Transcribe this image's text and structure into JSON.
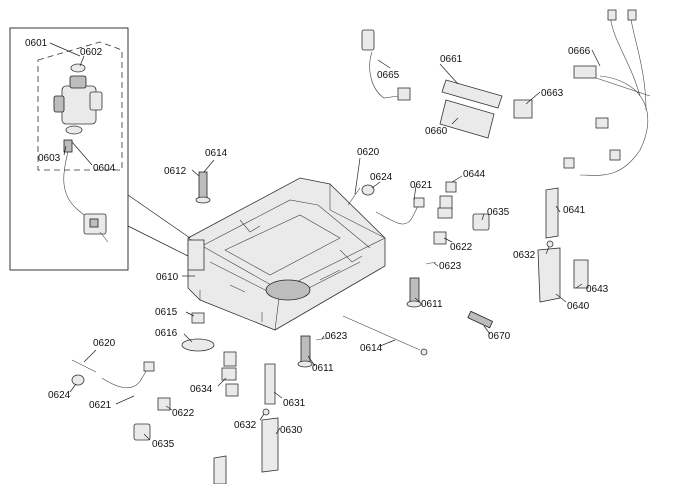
{
  "callouts": [
    {
      "id": "c0601",
      "text": "0601"
    },
    {
      "id": "c0602",
      "text": "0602"
    },
    {
      "id": "c0603",
      "text": "0603"
    },
    {
      "id": "c0604",
      "text": "0604"
    },
    {
      "id": "c0610",
      "text": "0610"
    },
    {
      "id": "c0611a",
      "text": "0611"
    },
    {
      "id": "c0611b",
      "text": "0611"
    },
    {
      "id": "c0612",
      "text": "0612"
    },
    {
      "id": "c0614a",
      "text": "0614"
    },
    {
      "id": "c0614b",
      "text": "0614"
    },
    {
      "id": "c0615",
      "text": "0615"
    },
    {
      "id": "c0616",
      "text": "0616"
    },
    {
      "id": "c0620a",
      "text": "0620"
    },
    {
      "id": "c0620b",
      "text": "0620"
    },
    {
      "id": "c0621a",
      "text": "0621"
    },
    {
      "id": "c0621b",
      "text": "0621"
    },
    {
      "id": "c0622a",
      "text": "0622"
    },
    {
      "id": "c0622b",
      "text": "0622"
    },
    {
      "id": "c0623a",
      "text": "0623"
    },
    {
      "id": "c0623b",
      "text": "0623"
    },
    {
      "id": "c0624a",
      "text": "0624"
    },
    {
      "id": "c0624b",
      "text": "0624"
    },
    {
      "id": "c0630",
      "text": "0630"
    },
    {
      "id": "c0631",
      "text": "0631"
    },
    {
      "id": "c0632a",
      "text": "0632"
    },
    {
      "id": "c0632b",
      "text": "0632"
    },
    {
      "id": "c0634",
      "text": "0634"
    },
    {
      "id": "c0635a",
      "text": "0635"
    },
    {
      "id": "c0635b",
      "text": "0635"
    },
    {
      "id": "c0640",
      "text": "0640"
    },
    {
      "id": "c0641",
      "text": "0641"
    },
    {
      "id": "c0643",
      "text": "0643"
    },
    {
      "id": "c0644",
      "text": "0644"
    },
    {
      "id": "c0660",
      "text": "0660"
    },
    {
      "id": "c0661",
      "text": "0661"
    },
    {
      "id": "c0663",
      "text": "0663"
    },
    {
      "id": "c0665",
      "text": "0665"
    },
    {
      "id": "c0666",
      "text": "0666"
    },
    {
      "id": "c0670",
      "text": "0670"
    }
  ]
}
